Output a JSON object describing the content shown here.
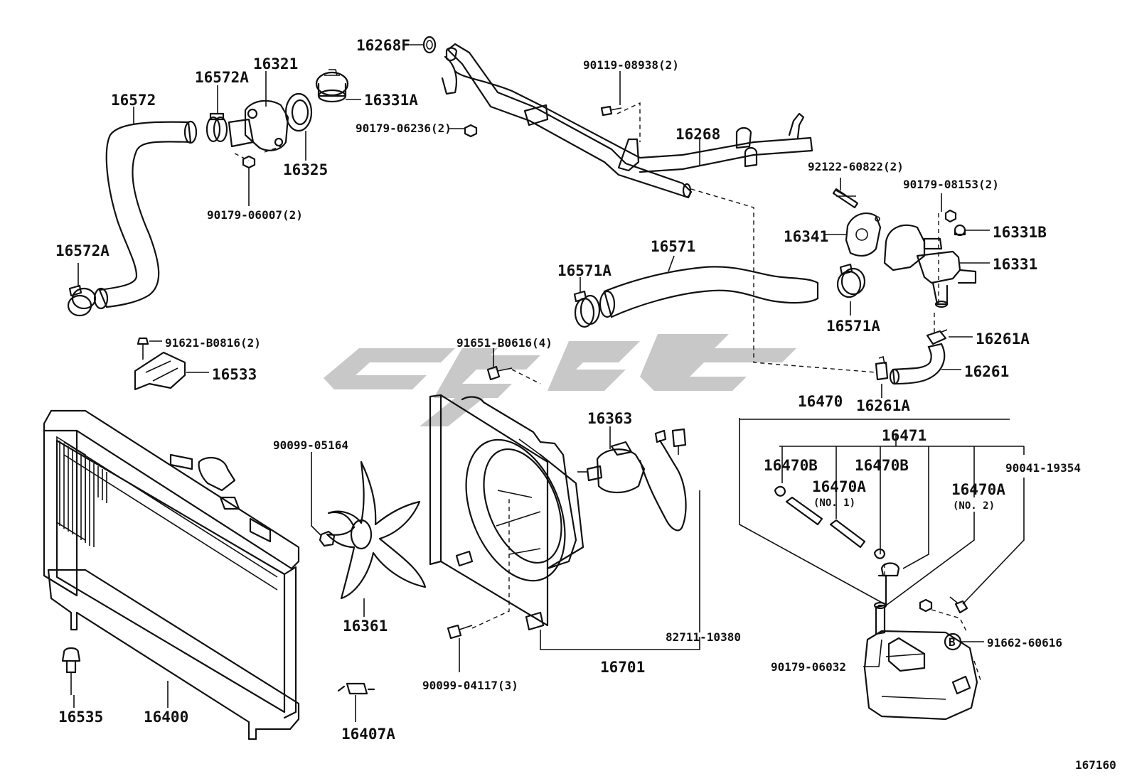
{
  "diagram_number": "167160",
  "parts": [
    {
      "id": "p16268F",
      "label": "16268F"
    },
    {
      "id": "p16321",
      "label": "16321"
    },
    {
      "id": "p16572A_top",
      "label": "16572A"
    },
    {
      "id": "p16572",
      "label": "16572"
    },
    {
      "id": "p16331A",
      "label": "16331A"
    },
    {
      "id": "p90179_06236",
      "label": "90179-06236(2)"
    },
    {
      "id": "p16325",
      "label": "16325"
    },
    {
      "id": "p90179_06007",
      "label": "90179-06007(2)"
    },
    {
      "id": "p16572A_bot",
      "label": "16572A"
    },
    {
      "id": "p90119_08938",
      "label": "90119-08938(2)"
    },
    {
      "id": "p16268",
      "label": "16268"
    },
    {
      "id": "p92122_60822",
      "label": "92122-60822(2)"
    },
    {
      "id": "p90179_08153",
      "label": "90179-08153(2)"
    },
    {
      "id": "p16341",
      "label": "16341"
    },
    {
      "id": "p16331B",
      "label": "16331B"
    },
    {
      "id": "p16571",
      "label": "16571"
    },
    {
      "id": "p16571A_left",
      "label": "16571A"
    },
    {
      "id": "p16331",
      "label": "16331"
    },
    {
      "id": "p16571A_right",
      "label": "16571A"
    },
    {
      "id": "p16261A_top",
      "label": "16261A"
    },
    {
      "id": "p16261",
      "label": "16261"
    },
    {
      "id": "p16261A_bot",
      "label": "16261A"
    },
    {
      "id": "p91621_B0816",
      "label": "91621-B0816(2)"
    },
    {
      "id": "p16533",
      "label": "16533"
    },
    {
      "id": "p91651_B0616",
      "label": "91651-B0616(4)"
    },
    {
      "id": "p16470",
      "label": "16470"
    },
    {
      "id": "p16471",
      "label": "16471"
    },
    {
      "id": "p16363",
      "label": "16363"
    },
    {
      "id": "p90099_05164",
      "label": "90099-05164"
    },
    {
      "id": "p16470B_left",
      "label": "16470B"
    },
    {
      "id": "p16470A_no1",
      "label": "16470A"
    },
    {
      "id": "p16470B_right",
      "label": "16470B"
    },
    {
      "id": "p90041_19354",
      "label": "90041-19354"
    },
    {
      "id": "p16470A_no2",
      "label": "16470A"
    },
    {
      "id": "p16361",
      "label": "16361"
    },
    {
      "id": "p82711_10380",
      "label": "82711-10380"
    },
    {
      "id": "p91662_60616",
      "label": "91662-60616"
    },
    {
      "id": "p90179_06032",
      "label": "90179-06032"
    },
    {
      "id": "p16701",
      "label": "16701"
    },
    {
      "id": "p90099_04117",
      "label": "90099-04117(3)"
    },
    {
      "id": "p16535",
      "label": "16535"
    },
    {
      "id": "p16400",
      "label": "16400"
    },
    {
      "id": "p16407A",
      "label": "16407A"
    }
  ],
  "sub_labels": {
    "no1": "(NO. 1)",
    "no2": "(NO. 2)"
  },
  "callout_letter": "B",
  "colors": {
    "line": "#111111",
    "watermark": "#9a9a9a",
    "background": "#ffffff"
  }
}
